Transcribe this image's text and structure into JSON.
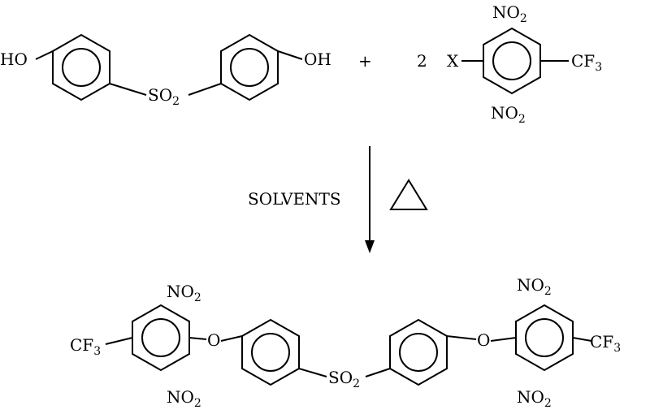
{
  "reactants": {
    "left": {
      "oh_left": "HO",
      "sulfonyl": "SO",
      "sulfonyl_sub": "2",
      "oh_right": "OH"
    },
    "plus": "+",
    "coefficient": "2",
    "right": {
      "leaving_group": "X",
      "nitro_top": "NO",
      "nitro_top_sub": "2",
      "trifluoromethyl": "CF",
      "trifluoromethyl_sub": "3",
      "nitro_bottom": "NO",
      "nitro_bottom_sub": "2"
    }
  },
  "arrow": {
    "conditions": "SOLVENTS"
  },
  "product": {
    "cf3_left": "CF",
    "cf3_left_sub": "3",
    "no2_left_top": "NO",
    "no2_left_top_sub": "2",
    "no2_left_bottom": "NO",
    "no2_left_bottom_sub": "2",
    "ether_left": "O",
    "sulfonyl": "SO",
    "sulfonyl_sub": "2",
    "ether_right": "O",
    "no2_right_top": "NO",
    "no2_right_top_sub": "2",
    "no2_right_bottom": "NO",
    "no2_right_bottom_sub": "2",
    "cf3_right": "CF",
    "cf3_right_sub": "3"
  }
}
